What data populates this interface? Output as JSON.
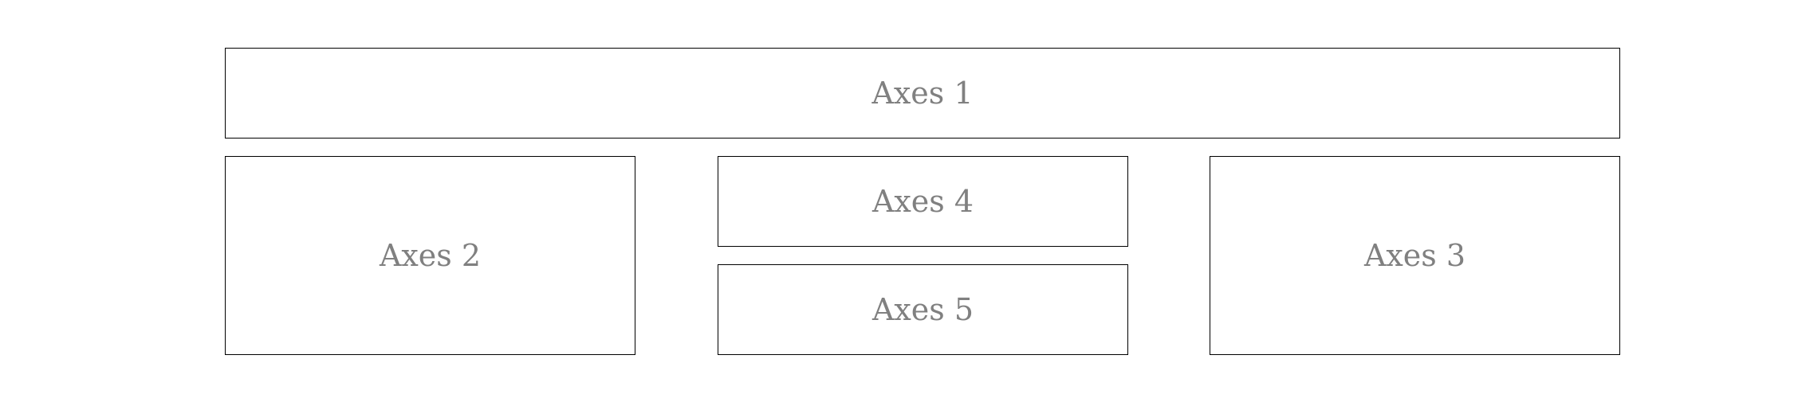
{
  "figure": {
    "axes": [
      {
        "id": "ax1",
        "label": "Axes 1"
      },
      {
        "id": "ax2",
        "label": "Axes 2"
      },
      {
        "id": "ax3",
        "label": "Axes 3"
      },
      {
        "id": "ax4",
        "label": "Axes 4"
      },
      {
        "id": "ax5",
        "label": "Axes 5"
      }
    ],
    "colors": {
      "border": "#000000",
      "label": "#808080",
      "background": "#ffffff"
    }
  }
}
